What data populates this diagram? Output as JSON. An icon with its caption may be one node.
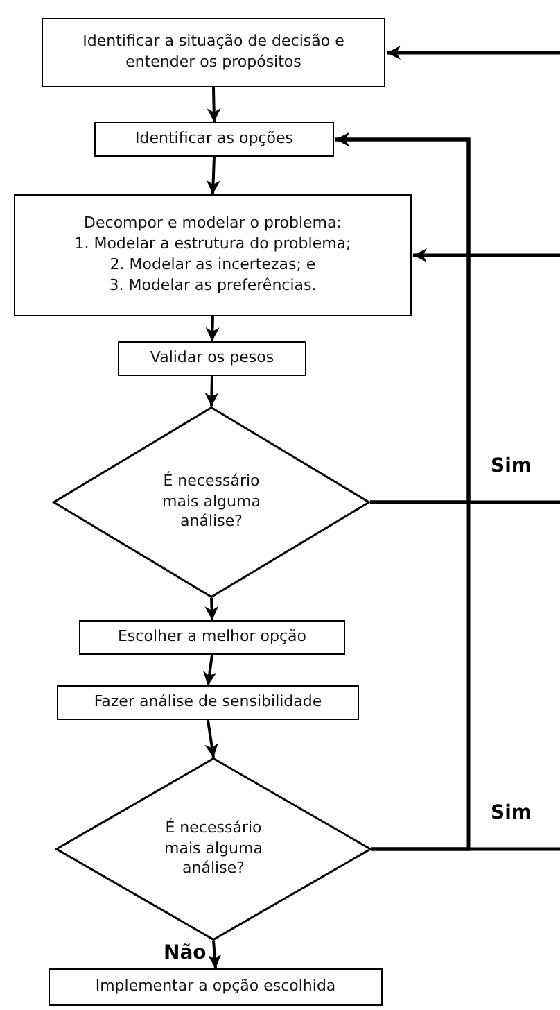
{
  "diagram": {
    "nodes": [
      {
        "text": [
          "Identificar a situação de decisão e entender os propósitos"
        ]
      },
      {
        "text": [
          "Identificar as opções"
        ]
      },
      {
        "text": [
          "Decompor e modelar o problema:",
          "1. Modelar a estrutura do problema;",
          "2. Modelar as incertezas; e",
          "3. Modelar as preferências."
        ]
      },
      {
        "text": [
          "Validar os pesos"
        ]
      },
      {
        "text": [
          "É necessário mais alguma análise?"
        ]
      },
      {
        "text": [
          "Escolher a melhor opção"
        ]
      },
      {
        "text": [
          "Fazer análise de sensibilidade"
        ]
      },
      {
        "text": [
          "É necessário mais alguma análise?"
        ]
      },
      {
        "text": [
          "Implementar a opção escolhida"
        ]
      }
    ],
    "edges": [
      {
        "from": 0,
        "to": 1,
        "arrow": "to"
      },
      {
        "from": 1,
        "to": 2,
        "arrow": "to"
      },
      {
        "from": 2,
        "to": 3,
        "arrow": "to"
      },
      {
        "from": 3,
        "to": 4,
        "arrow": "to"
      },
      {
        "from": 4,
        "to": 5,
        "arrow": "to"
      },
      {
        "from": 5,
        "to": 6,
        "arrow": "to"
      },
      {
        "from": 6,
        "to": 7,
        "arrow": "to"
      },
      {
        "from": 7,
        "to": 8,
        "arrow": "to",
        "label": "Não"
      },
      {
        "from": 4,
        "to": 1,
        "arrow": "to",
        "label": "Sim"
      },
      {
        "from": 7,
        "to": 1,
        "arrow": "to",
        "label": "Sim"
      },
      {
        "from": 4,
        "to": null,
        "arrow": "none"
      },
      {
        "from": 7,
        "to": null,
        "arrow": "none"
      },
      {
        "from": null,
        "to": 0,
        "arrow": "to"
      },
      {
        "from": null,
        "to": 2,
        "arrow": "to"
      }
    ]
  }
}
